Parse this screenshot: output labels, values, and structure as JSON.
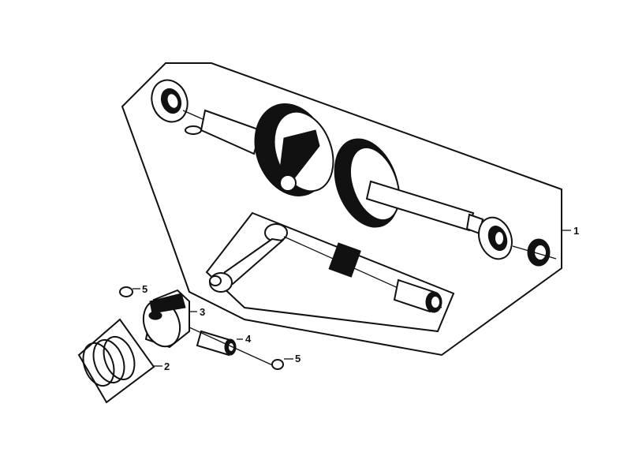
{
  "callouts": [
    {
      "id": "1",
      "text": "1"
    },
    {
      "id": "2",
      "text": "2"
    },
    {
      "id": "3",
      "text": "3"
    },
    {
      "id": "4",
      "text": "4"
    },
    {
      "id": "5a",
      "text": "5"
    },
    {
      "id": "5b",
      "text": "5"
    }
  ]
}
